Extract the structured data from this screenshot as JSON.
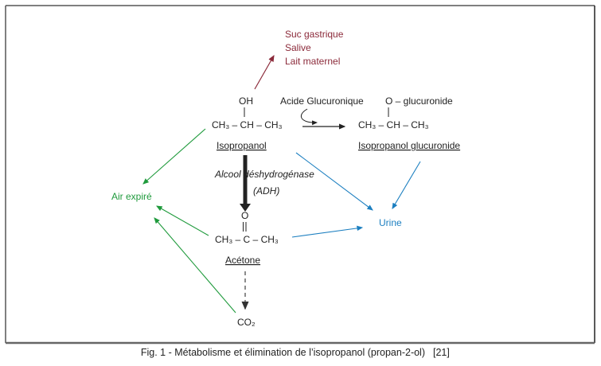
{
  "secretions": {
    "line1": "Suc gastrique",
    "line2": "Salive",
    "line3": "Lait maternel"
  },
  "isopropanol": {
    "top": "OH",
    "formula": "CH₃ – CH – CH₃",
    "name": "Isopropanol"
  },
  "reagent": "Acide Glucuronique",
  "glucuronide": {
    "top": "O – glucuronide",
    "formula": "CH₃ – CH – CH₃",
    "name": "Isopropanol glucuronide"
  },
  "enzyme": {
    "line1": "Alcool déshydrogénase",
    "line2": "(ADH)"
  },
  "acetone": {
    "top": "O",
    "formula": "CH₃ – C – CH₃",
    "name": "Acétone"
  },
  "co2": "CO₂",
  "air": "Air expiré",
  "urine": "Urine",
  "caption": {
    "text": "Fig. 1 - Métabolisme et élimination de l’isopropanol (propan-2-ol)",
    "ref": "[21]"
  },
  "colors": {
    "red": "#8b2a3a",
    "green": "#1f9a3c",
    "blue": "#1c7fc0"
  }
}
